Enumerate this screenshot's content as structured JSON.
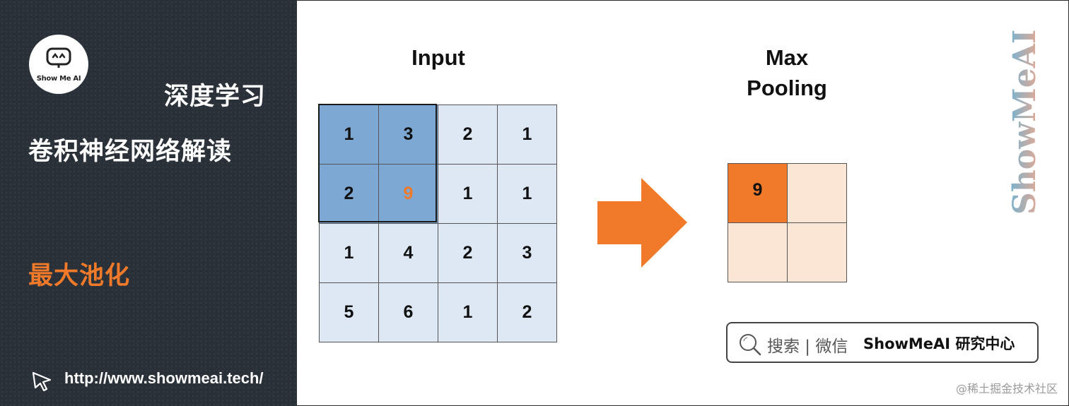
{
  "sidebar": {
    "logo_text": "Show Me AI",
    "title_line1": "深度学习",
    "title_line2": "卷积神经网络解读",
    "section": "最大池化",
    "url": "http://www.showmeai.tech/"
  },
  "diagram": {
    "input_label": "Input",
    "pool_label_line1": "Max",
    "pool_label_line2": "Pooling",
    "input_grid": [
      [
        "1",
        "3",
        "2",
        "1"
      ],
      [
        "2",
        "9",
        "1",
        "1"
      ],
      [
        "1",
        "4",
        "2",
        "3"
      ],
      [
        "5",
        "6",
        "1",
        "2"
      ]
    ],
    "output_grid": [
      [
        "9",
        ""
      ],
      [
        "",
        ""
      ]
    ]
  },
  "watermark": "ShowMeAI",
  "search": {
    "text": "搜索 | 微信",
    "brand": "ShowMeAI 研究中心"
  },
  "footer": {
    "source": "@稀土掘金技术社区"
  },
  "colors": {
    "sidebar_bg": "#293038",
    "accent_orange": "#f07a2a",
    "input_cell": "#dde8f4",
    "input_selected": "#7ea8d4",
    "output_cell": "#fbe5d4"
  }
}
